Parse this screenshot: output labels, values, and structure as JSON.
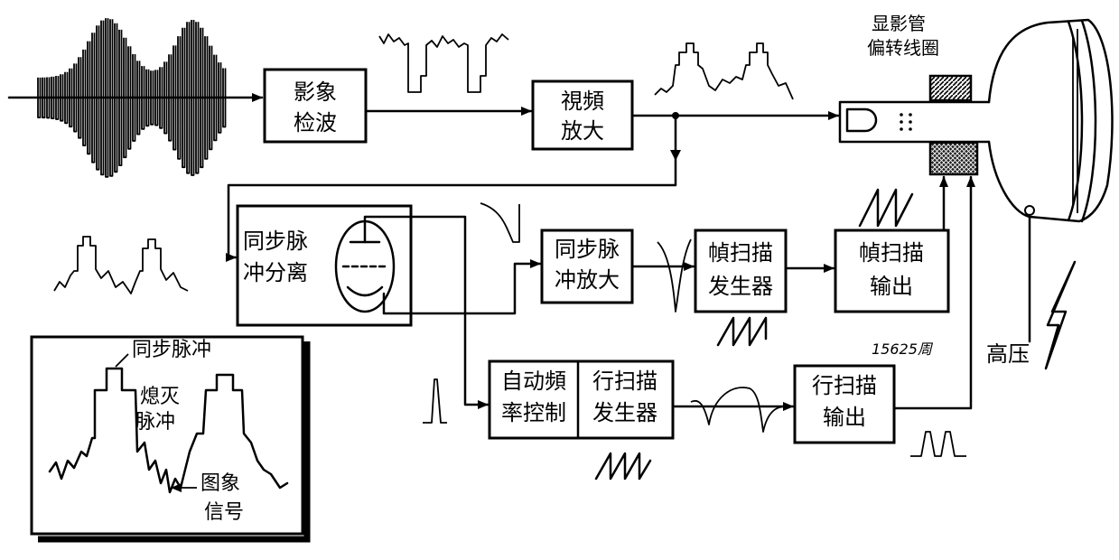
{
  "crt": {
    "tube_label": "显影管",
    "coil_label": "偏转线圈"
  },
  "blocks": {
    "video_detector": {
      "line1": "影象",
      "line2": "检波"
    },
    "video_amplifier": {
      "line1": "視頻",
      "line2": "放大"
    },
    "sync_separator": {
      "line1": "同步脉",
      "line2": "冲分离"
    },
    "sync_amplifier": {
      "line1": "同步脉",
      "line2": "冲放大"
    },
    "frame_scan_generator": {
      "line1": "幀扫描",
      "line2": "发生器"
    },
    "frame_scan_output": {
      "line1": "幀扫描",
      "line2": "输出"
    },
    "afc": {
      "line1": "自动頻",
      "line2": "率控制"
    },
    "line_scan_generator": {
      "line1": "行扫描",
      "line2": "发生器"
    },
    "line_scan_output": {
      "line1": "行扫描",
      "line2": "输出"
    }
  },
  "annotations": {
    "line_frequency": "15625周",
    "high_voltage": "高压"
  },
  "inset": {
    "sync_pulse": "同步脉冲",
    "blanking_line1": "熄灭",
    "blanking_line2": "脉冲",
    "picture_line1": "图象",
    "picture_line2": "信号"
  }
}
